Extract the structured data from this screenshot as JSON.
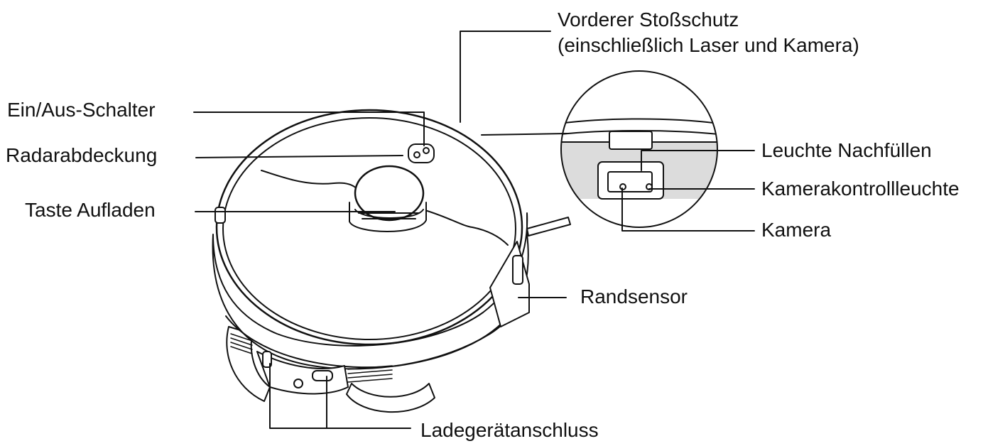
{
  "labels": {
    "front_bumper_line1": "Vorderer Stoßschutz",
    "front_bumper_line2": "(einschließlich Laser und Kamera)",
    "power_switch": "Ein/Aus-Schalter",
    "radar_cover": "Radarabdeckung",
    "dock_button": "Taste Aufladen",
    "refill_light": "Leuchte Nachfüllen",
    "camera_indicator": "Kamerakontrollleuchte",
    "camera": "Kamera",
    "edge_sensor": "Randsensor",
    "charger_port": "Ladegerätanschluss"
  },
  "colors": {
    "ink": "#111111",
    "detail_fill": "#dcdcdc",
    "background": "#ffffff"
  }
}
